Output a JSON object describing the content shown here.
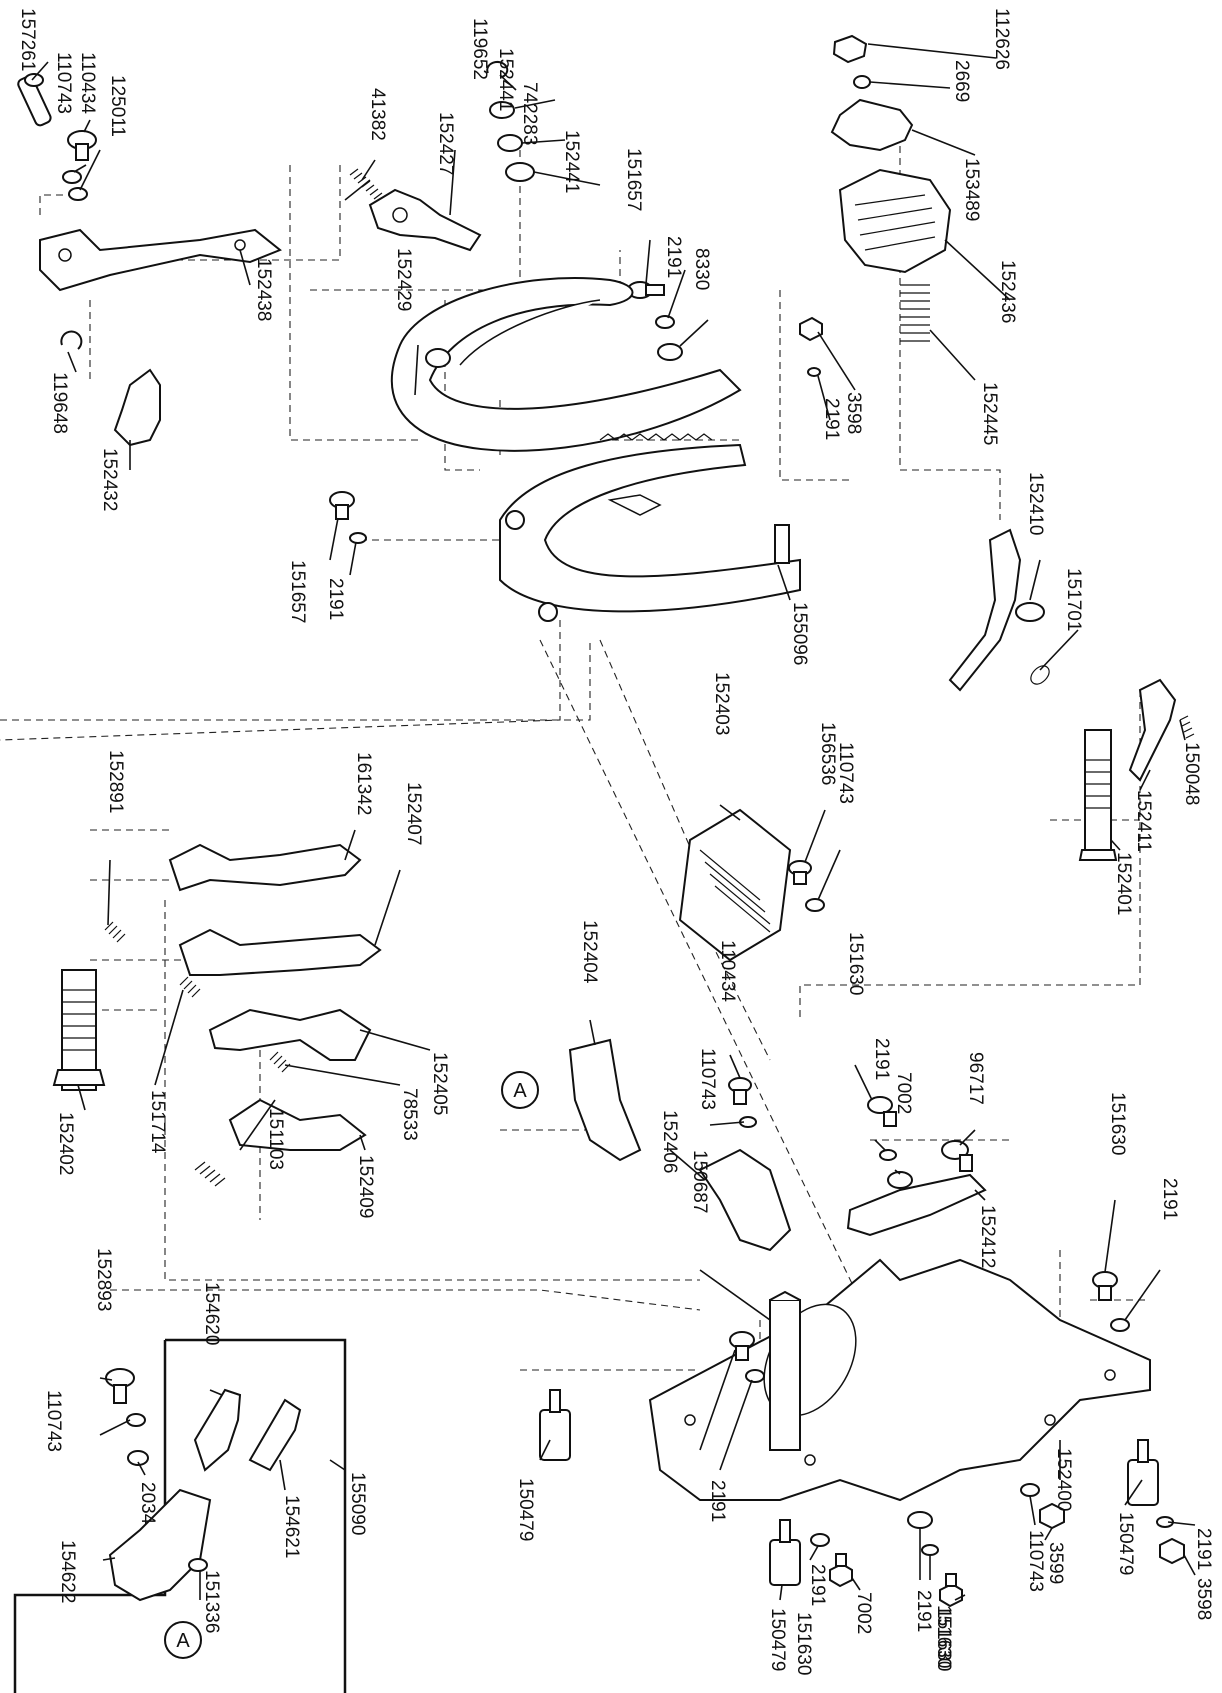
{
  "diagram": {
    "part_numbers": [
      "157261",
      "110743",
      "110434",
      "125011",
      "41382",
      "152427",
      "119652",
      "152441",
      "742283",
      "152441",
      "112626",
      "2669",
      "153489",
      "152436",
      "152445",
      "151657",
      "2191",
      "8330",
      "3598",
      "2191",
      "152438",
      "119648",
      "152432",
      "152429",
      "151657",
      "2191",
      "155096",
      "152410",
      "151701",
      "150048",
      "152411",
      "152401",
      "152891",
      "161342",
      "152407",
      "152403",
      "156536",
      "110743",
      "152402",
      "151714",
      "152405",
      "78533",
      "152409",
      "151103",
      "152404",
      "110434",
      "110743",
      "152406",
      "151630",
      "2191",
      "7002",
      "96717",
      "152412",
      "151630",
      "2191",
      "150687",
      "152893",
      "154620",
      "110743",
      "2034",
      "154621",
      "155090",
      "154622",
      "151336",
      "150479",
      "151630",
      "2191",
      "2191",
      "151630",
      "7002",
      "2191",
      "151630",
      "110743",
      "3599",
      "152400",
      "150479",
      "2191",
      "3598",
      "150479"
    ],
    "reference_marker": "A",
    "reference_marker_inset": "A"
  }
}
